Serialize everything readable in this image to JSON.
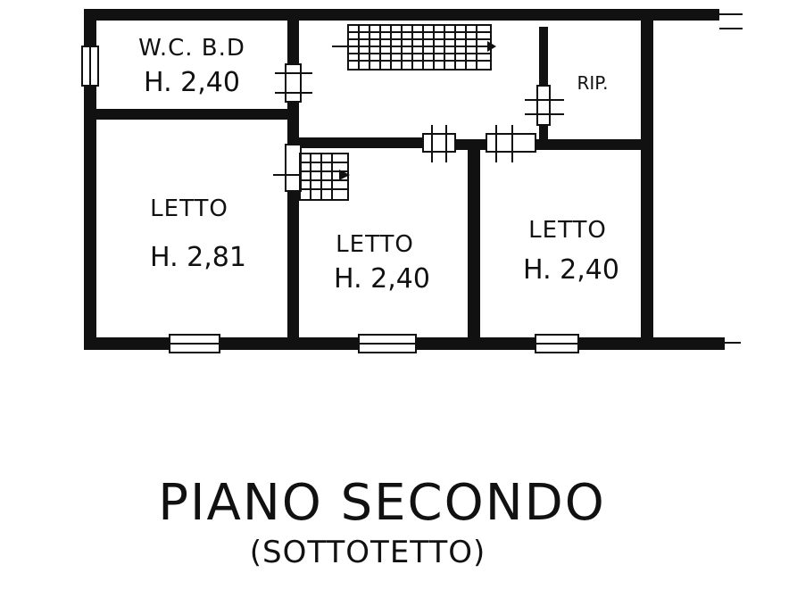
{
  "plan": {
    "title": "PIANO SECONDO",
    "subtitle": "(SOTTOTETTO)",
    "rooms": {
      "wc_bd": {
        "label": "W.C. B.D",
        "height": "H. 2,40"
      },
      "rip": {
        "label": "RIP."
      },
      "letto_left": {
        "label": "LETTO",
        "height": "H. 2,81"
      },
      "letto_middle": {
        "label": "LETTO",
        "height": "H. 2,40"
      },
      "letto_right": {
        "label": "LETTO",
        "height": "H. 2,40"
      }
    },
    "colors": {
      "ink": "#111111",
      "paper": "#ffffff"
    }
  }
}
